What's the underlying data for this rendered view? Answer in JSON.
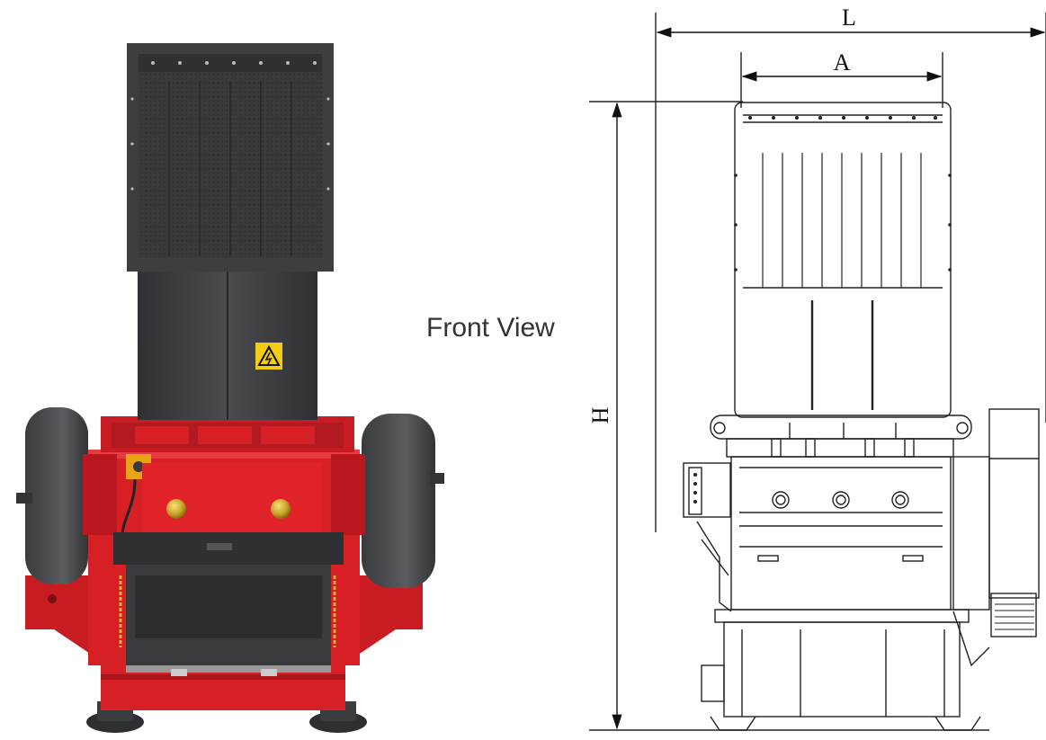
{
  "view_label": "Front View",
  "dimensions": {
    "overall_length": "L",
    "hopper_width": "A",
    "overall_height": "H"
  },
  "colors": {
    "machine_body": "#d71f26",
    "hopper_steel": "#3d3e41",
    "drawing_line": "#222222",
    "warning_sign": "#f2cc17"
  },
  "icons": {
    "warning_sign": "electric-hazard-icon"
  }
}
